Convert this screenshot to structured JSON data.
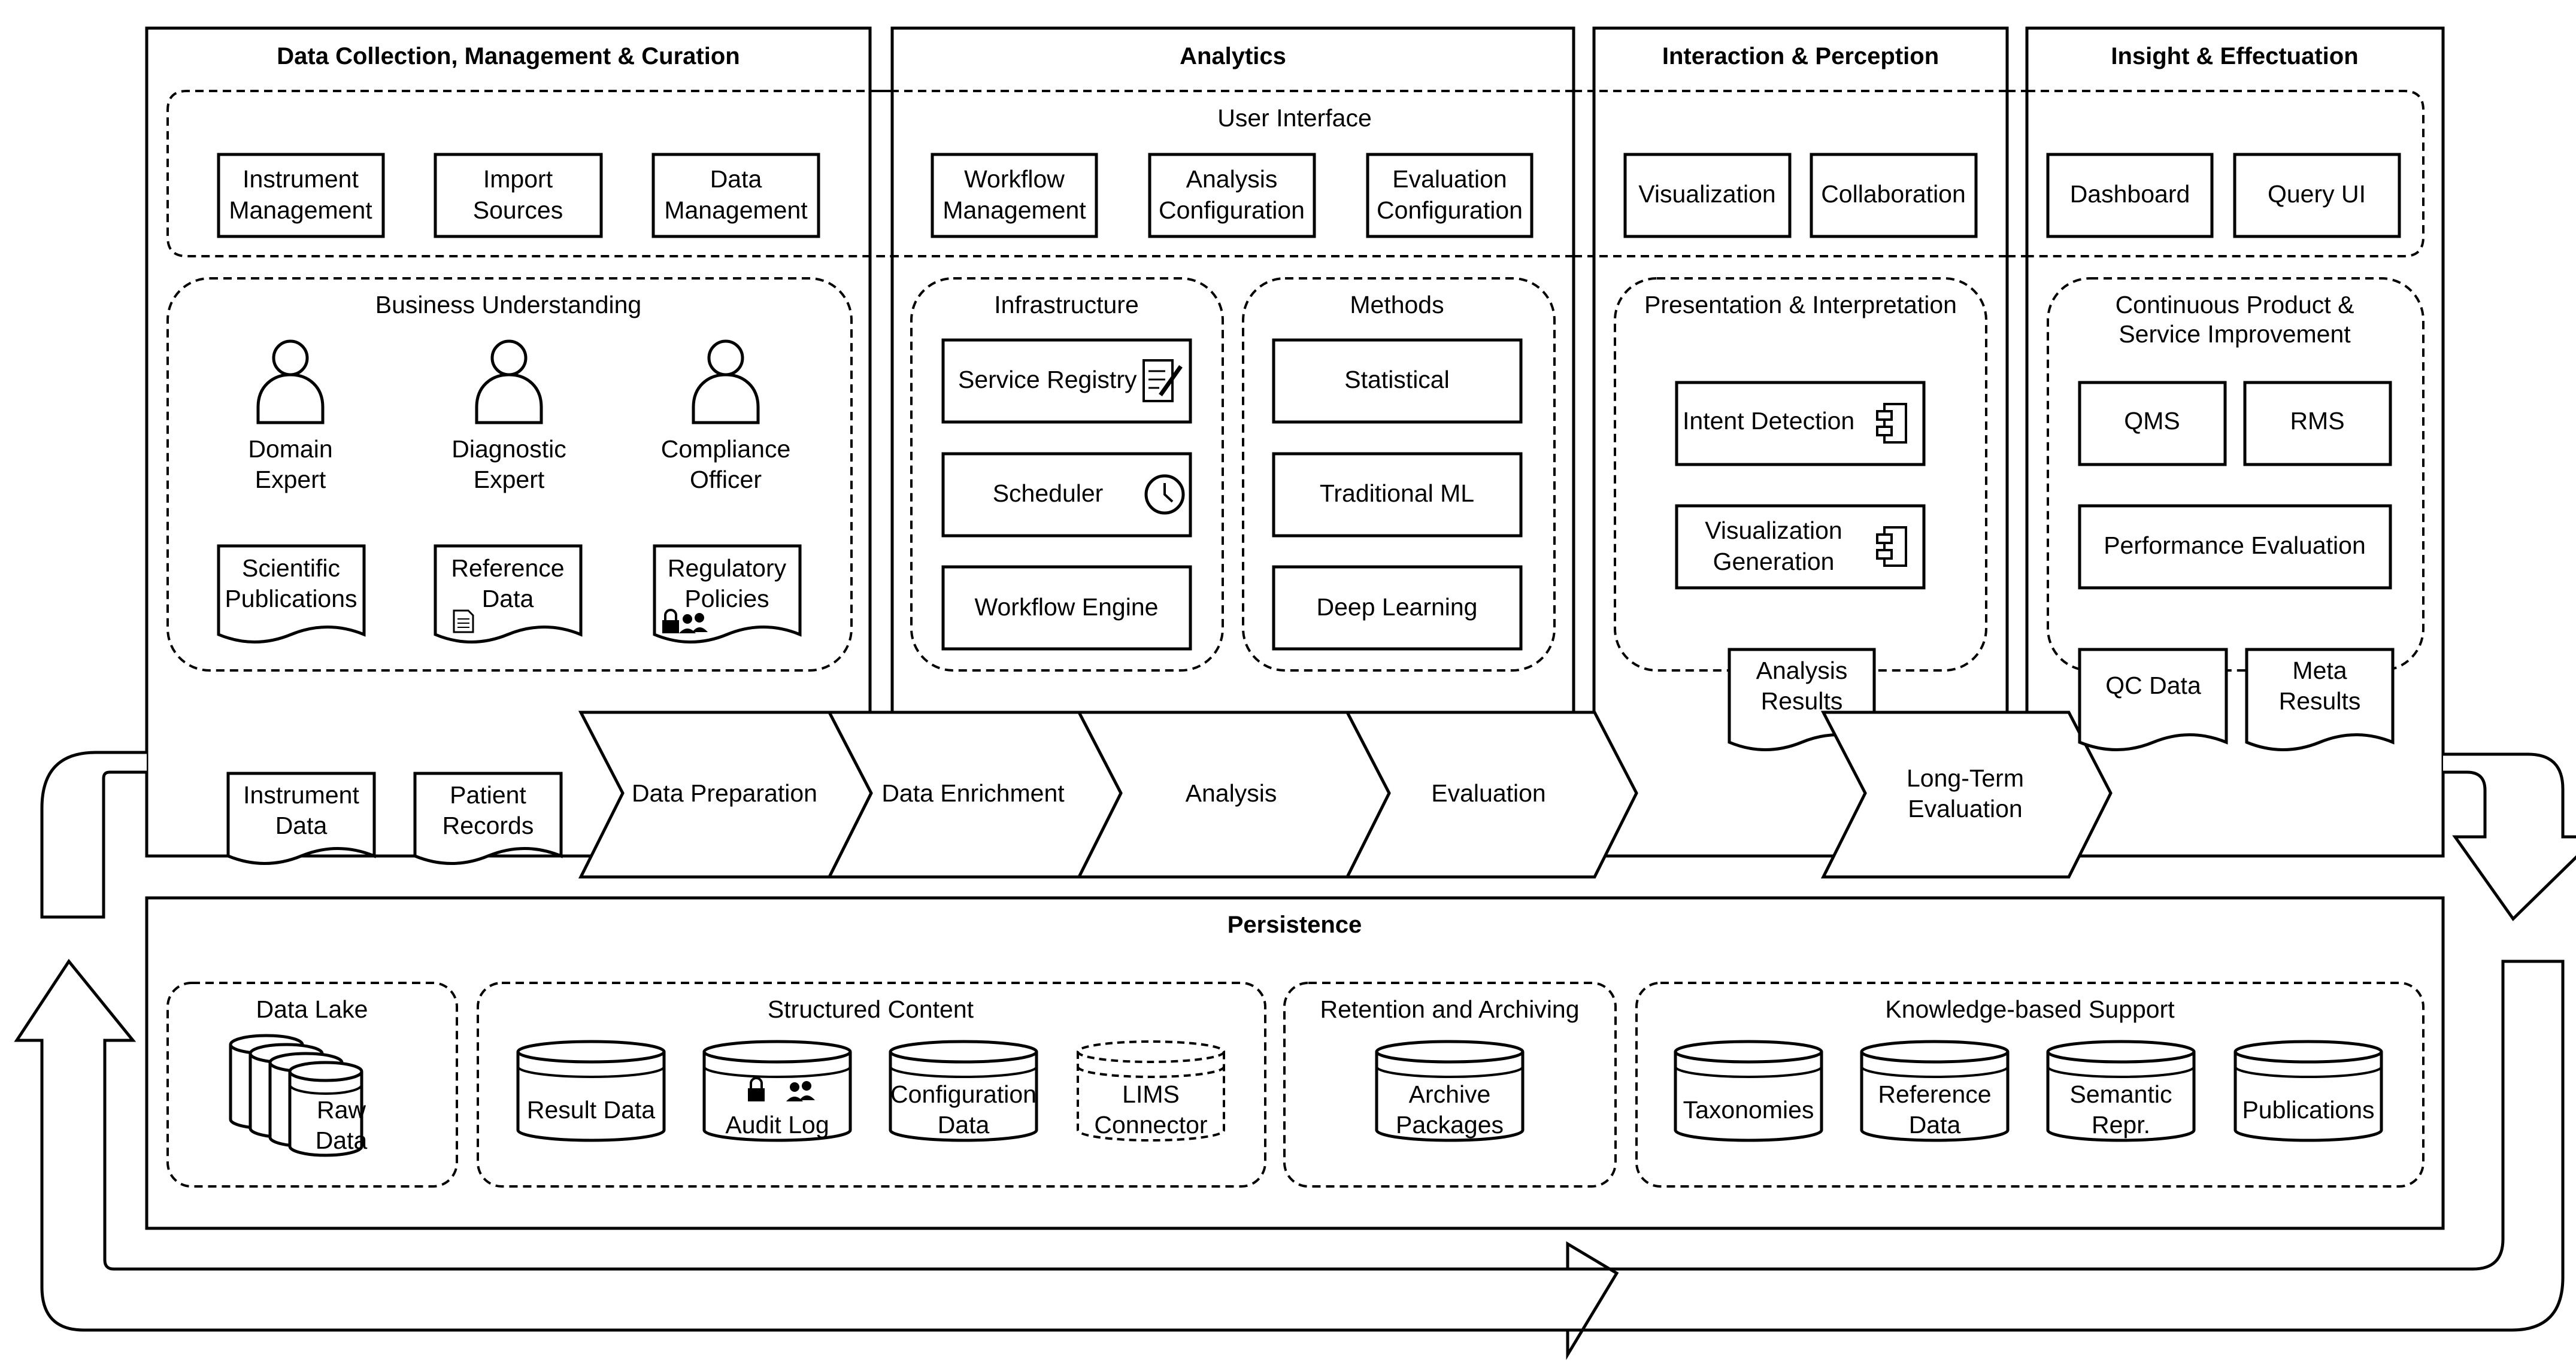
{
  "lanes": {
    "data_collection": "Data Collection, Management & Curation",
    "analytics": "Analytics",
    "interaction": "Interaction & Perception",
    "insight": "Insight & Effectuation",
    "persistence": "Persistence"
  },
  "user_interface": {
    "title": "User Interface",
    "instrument_management": [
      "Instrument",
      "Management"
    ],
    "import_sources": [
      "Import",
      "Sources"
    ],
    "data_management": [
      "Data",
      "Management"
    ],
    "workflow_management": [
      "Workflow",
      "Management"
    ],
    "analysis_configuration": [
      "Analysis",
      "Configuration"
    ],
    "evaluation_configuration": [
      "Evaluation",
      "Configuration"
    ],
    "visualization": "Visualization",
    "collaboration": "Collaboration",
    "dashboard": "Dashboard",
    "query_ui": "Query UI"
  },
  "business_understanding": {
    "title": "Business Understanding",
    "domain_expert": [
      "Domain",
      "Expert"
    ],
    "diagnostic_expert": [
      "Diagnostic",
      "Expert"
    ],
    "compliance_officer": [
      "Compliance",
      "Officer"
    ],
    "scientific_publications": [
      "Scientific",
      "Publications"
    ],
    "reference_data": [
      "Reference",
      "Data"
    ],
    "regulatory_policies": [
      "Regulatory",
      "Policies"
    ]
  },
  "infrastructure": {
    "title": "Infrastructure",
    "service_registry": "Service Registry",
    "scheduler": "Scheduler",
    "workflow_engine": "Workflow Engine"
  },
  "methods": {
    "title": "Methods",
    "statistical": "Statistical",
    "traditional_ml": "Traditional ML",
    "deep_learning": "Deep Learning"
  },
  "presentation": {
    "title": "Presentation & Interpretation",
    "intent_detection": "Intent Detection",
    "visualization_generation": [
      "Visualization",
      "Generation"
    ],
    "analysis_results": [
      "Analysis",
      "Results"
    ]
  },
  "continuous_improvement": {
    "title": [
      "Continuous Product &",
      "Service Improvement"
    ],
    "qms": "QMS",
    "rms": "RMS",
    "performance_evaluation": "Performance Evaluation",
    "qc_data": "QC Data",
    "meta_results": [
      "Meta",
      "Results"
    ]
  },
  "inputs": {
    "instrument_data": [
      "Instrument",
      "Data"
    ],
    "patient_records": [
      "Patient",
      "Records"
    ]
  },
  "pipeline": {
    "data_preparation": "Data Preparation",
    "data_enrichment": "Data Enrichment",
    "analysis": "Analysis",
    "evaluation": "Evaluation",
    "long_term_evaluation": [
      "Long-Term",
      "Evaluation"
    ]
  },
  "data_lake": {
    "title": "Data Lake",
    "raw_data": [
      "Raw",
      "Data"
    ]
  },
  "structured_content": {
    "title": "Structured Content",
    "result_data": "Result Data",
    "audit_log": "Audit Log",
    "configuration_data": [
      "Configuration",
      "Data"
    ],
    "lims_connector": [
      "LIMS",
      "Connector"
    ]
  },
  "retention": {
    "title": "Retention and Archiving",
    "archive_packages": [
      "Archive",
      "Packages"
    ]
  },
  "knowledge": {
    "title": "Knowledge-based Support",
    "taxonomies": "Taxonomies",
    "reference_data": [
      "Reference",
      "Data"
    ],
    "semantic_repr": [
      "Semantic",
      "Repr."
    ],
    "publications": "Publications"
  }
}
